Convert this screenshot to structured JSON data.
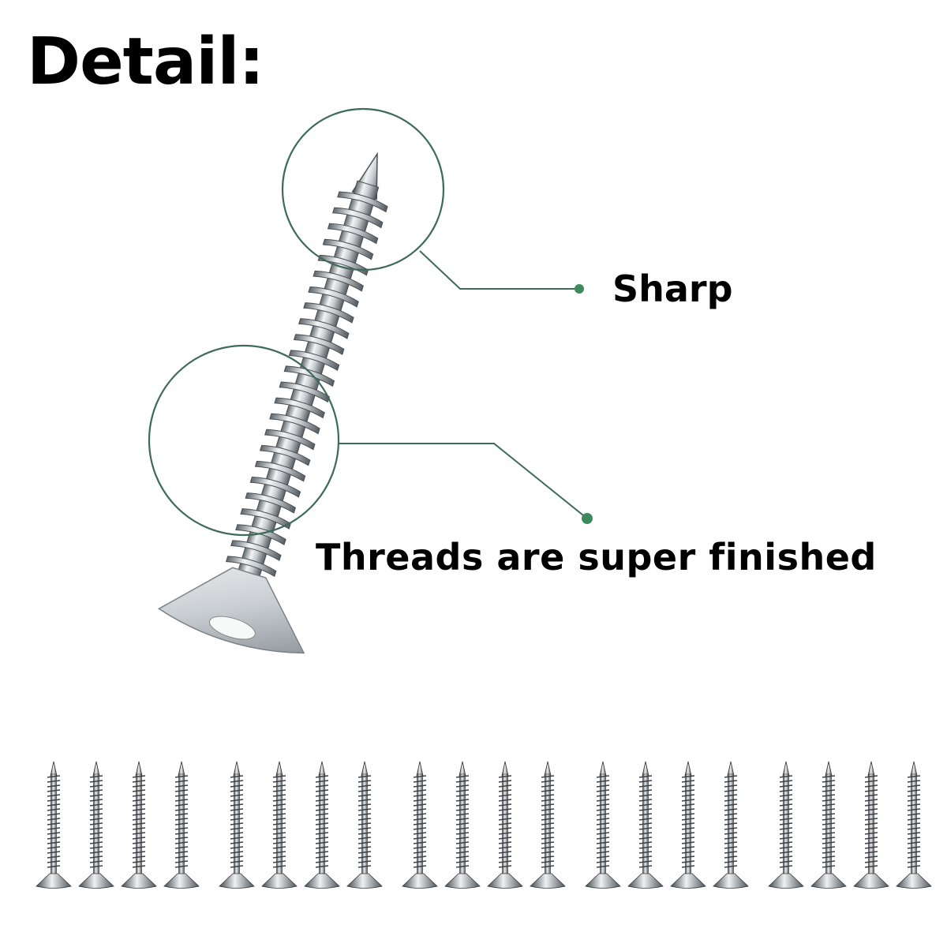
{
  "heading": "Detail:",
  "callouts": {
    "sharp": "Sharp",
    "threads": "Threads are super finished"
  },
  "colors": {
    "callout_line": "#3d6b58",
    "callout_dot": "#3f8a5c",
    "metal_light": "#e9ecee",
    "metal_dark": "#6f757a"
  },
  "screw_row": {
    "count": 20,
    "group_size": 4
  }
}
